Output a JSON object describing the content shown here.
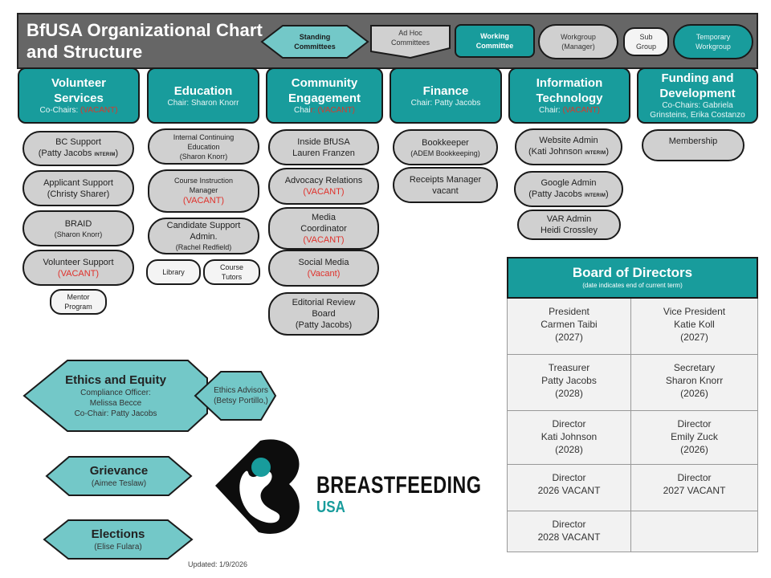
{
  "header": {
    "title_line1": "BfUSA Organizational Chart",
    "title_line2": "and Structure",
    "legend": [
      {
        "label1": "Standing",
        "label2": "Committees",
        "shape": "hexagon",
        "color": "#73c8c8"
      },
      {
        "label1": "Ad Hoc",
        "label2": "Committees",
        "shape": "pentagon-down",
        "color": "#d0d0d0"
      },
      {
        "label1": "Working",
        "label2": "Committee",
        "shape": "rounded-rect",
        "color": "#189c9c"
      },
      {
        "label1": "Workgroup",
        "label2": "(Manager)",
        "shape": "pill",
        "color": "#d0d0d0"
      },
      {
        "label1": "Sub",
        "label2": "Group",
        "shape": "pill",
        "color": "#f4f4f4"
      },
      {
        "label1": "Temporary",
        "label2": "Workgroup",
        "shape": "pill",
        "color": "#189c9c"
      }
    ]
  },
  "colors": {
    "teal": "#189c9c",
    "light_teal": "#73c8c8",
    "gray": "#d0d0d0",
    "vacant_red": "#e0302a",
    "header_gray": "#666666"
  },
  "committees": [
    {
      "name1": "Volunteer",
      "name2": "Services",
      "chair_label": "Co-Chairs: ",
      "chair": "(VACANT)"
    },
    {
      "name1": "Education",
      "chair_label": "Chair: Sharon Knorr"
    },
    {
      "name1": "Community",
      "name2": "Engagement",
      "chair_label": "Chai",
      "chair": "r: (VACANT)"
    },
    {
      "name1": "Finance",
      "chair_label": "Chair: Patty Jacobs"
    },
    {
      "name1": "Information",
      "name2": "Technology",
      "chair_label": "Chair: ",
      "chair": "(VACANT)"
    },
    {
      "name1": "Funding and",
      "name2": "Development",
      "chair_label": "Co-Chairs: Gabriela",
      "chair_label2": "Grinsteins, Erika Costanzo"
    }
  ],
  "volunteer_services": [
    {
      "line1": "BC Support",
      "line2": "(Patty Jacobs ",
      "tag": "INTERIM",
      "line2_end": ")"
    },
    {
      "line1": "Applicant Support",
      "line2": "(Christy Sharer)"
    },
    {
      "line1": "BRAID",
      "line2": "(Sharon Knorr)"
    },
    {
      "line1": "Volunteer Support",
      "vacant": "(VACANT)"
    },
    {
      "line1": "Mentor",
      "line2": "Program"
    }
  ],
  "education": [
    {
      "line1": "Internal Continuing",
      "line2": "Education",
      "line3": "(Sharon Knorr)"
    },
    {
      "line1": "Course Instruction",
      "line2": "Manager",
      "vacant": "(VACANT)"
    },
    {
      "line1": "Candidate Support",
      "line2": "Admin.",
      "line3": "(Rachel Redfield)"
    },
    {
      "line1": "Library"
    },
    {
      "line1": "Course",
      "line2": "Tutors"
    }
  ],
  "community_engagement": [
    {
      "line1": "Inside BfUSA",
      "line2": "Lauren Franzen"
    },
    {
      "line1": "Advocacy Relations",
      "vacant": "(VACANT)"
    },
    {
      "line1": "Media",
      "line2": "Coordinator",
      "vacant": "(VACANT)"
    },
    {
      "line1": "Social Media",
      "vacant": "(Vacant)"
    },
    {
      "line1": "Editorial Review",
      "line2": "Board",
      "line3": "(Patty Jacobs)"
    }
  ],
  "finance": [
    {
      "line1": "Bookkeeper",
      "line2": "(ADEM Bookkeeping)"
    },
    {
      "line1": "Receipts Manager",
      "line2": "vacant"
    }
  ],
  "information_technology": [
    {
      "line1": "Website Admin",
      "line2": "(Kati Johnson ",
      "tag": "INTERIM",
      "line2_end": ")"
    },
    {
      "line1": "Google Admin",
      "line2": "(Patty Jacobs ",
      "tag": "INTERIM",
      "line2_end": ")"
    },
    {
      "line1": "VAR Admin",
      "line2": "Heidi Crossley"
    }
  ],
  "funding_development": [
    {
      "line1": "Membership"
    }
  ],
  "board": {
    "title": "Board of Directors",
    "subtitle": "(date indicates end of current term)",
    "cells": [
      {
        "role": "President",
        "name": "Carmen Taibi",
        "term": "(2027)"
      },
      {
        "role": "Vice President",
        "name": "Katie Koll",
        "term": "(2027)"
      },
      {
        "role": "Treasurer",
        "name": "Patty Jacobs",
        "term": "(2028)"
      },
      {
        "role": "Secretary",
        "name": "Sharon Knorr",
        "term": "(2026)"
      },
      {
        "role": "Director",
        "name": "Kati Johnson",
        "term": "(2028)"
      },
      {
        "role": "Director",
        "name": "Emily Zuck",
        "term": "(2026)"
      },
      {
        "role": "Director",
        "name": "2026 VACANT",
        "term": ""
      },
      {
        "role": "Director",
        "name": "2027 VACANT",
        "term": ""
      },
      {
        "role": "Director",
        "name": "2028 VACANT",
        "term": ""
      },
      {
        "role": "",
        "name": "",
        "term": ""
      }
    ]
  },
  "standing": {
    "ethics": {
      "title": "Ethics and Equity",
      "line1": "Compliance Officer:",
      "line2": "Melissa Becce",
      "line3": "Co-Chair: Patty Jacobs"
    },
    "ethics_advisors": {
      "line1": "Ethics Advisors",
      "line2": "(Betsy Portillo,)"
    },
    "grievance": {
      "title": "Grievance",
      "line1": "(Aimee Teslaw)"
    },
    "elections": {
      "title": "Elections",
      "line1": "(Elise Fulara)"
    }
  },
  "logo": {
    "word": "BREASTFEEDING",
    "sub": "USA"
  },
  "updated": "Updated: 1/9/2026"
}
